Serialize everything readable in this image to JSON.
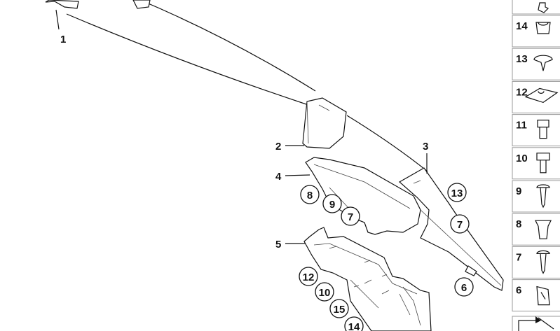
{
  "diagram": {
    "part_labels": [
      {
        "id": "1",
        "text": "1"
      },
      {
        "id": "2",
        "text": "2"
      },
      {
        "id": "3",
        "text": "3"
      },
      {
        "id": "4",
        "text": "4"
      },
      {
        "id": "5",
        "text": "5"
      }
    ],
    "callouts": [
      "8",
      "9",
      "7",
      "13",
      "7",
      "6",
      "12",
      "10",
      "15",
      "14"
    ],
    "legend_items": [
      "14",
      "13",
      "12",
      "11",
      "10",
      "9",
      "8",
      "7",
      "6"
    ],
    "legend_icons": [
      "bushing-icon",
      "expanding-rivet-icon",
      "u-clip-nut-icon",
      "socket-screw-icon",
      "hex-bolt-icon",
      "tapping-screw-icon",
      "expanding-nut-icon",
      "tapping-screw-icon",
      "spring-clip-icon"
    ]
  }
}
